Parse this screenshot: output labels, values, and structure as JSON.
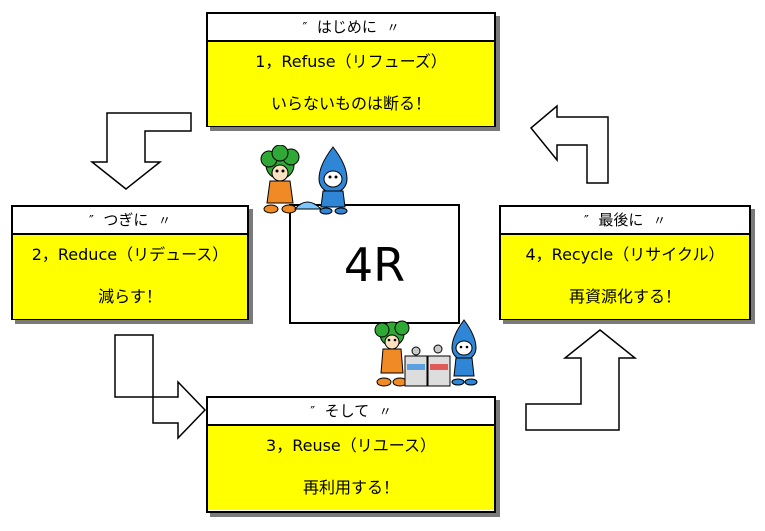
{
  "center": {
    "label": "4R"
  },
  "steps": [
    {
      "id": "refuse",
      "open_quote": "″",
      "header": "はじめに",
      "close_quote": "〃",
      "line1": "1，Refuse（リフューズ）",
      "line2": "いらないものは断る！"
    },
    {
      "id": "reduce",
      "open_quote": "″",
      "header": "つぎに",
      "close_quote": "〃",
      "line1": "2，Reduce（リデュース）",
      "line2": "減らす！"
    },
    {
      "id": "reuse",
      "open_quote": "″",
      "header": "そして",
      "close_quote": "〃",
      "line1": "3，Reuse（リユース）",
      "line2": "再利用する！"
    },
    {
      "id": "recycle",
      "open_quote": "″",
      "header": "最後に",
      "close_quote": "〃",
      "line1": "4，Recycle（リサイクル）",
      "line2": "再資源化する！"
    }
  ],
  "colors": {
    "box_fill": "#ffff00",
    "border": "#000000",
    "shadow": "#7a7a7a",
    "tree_green": "#2fa836",
    "drop_blue": "#2f86d6",
    "skin_orange": "#f08a24"
  },
  "icons": [
    "mascot-tree-icon",
    "mascot-water-drop-icon",
    "cans-recycling-icon"
  ]
}
